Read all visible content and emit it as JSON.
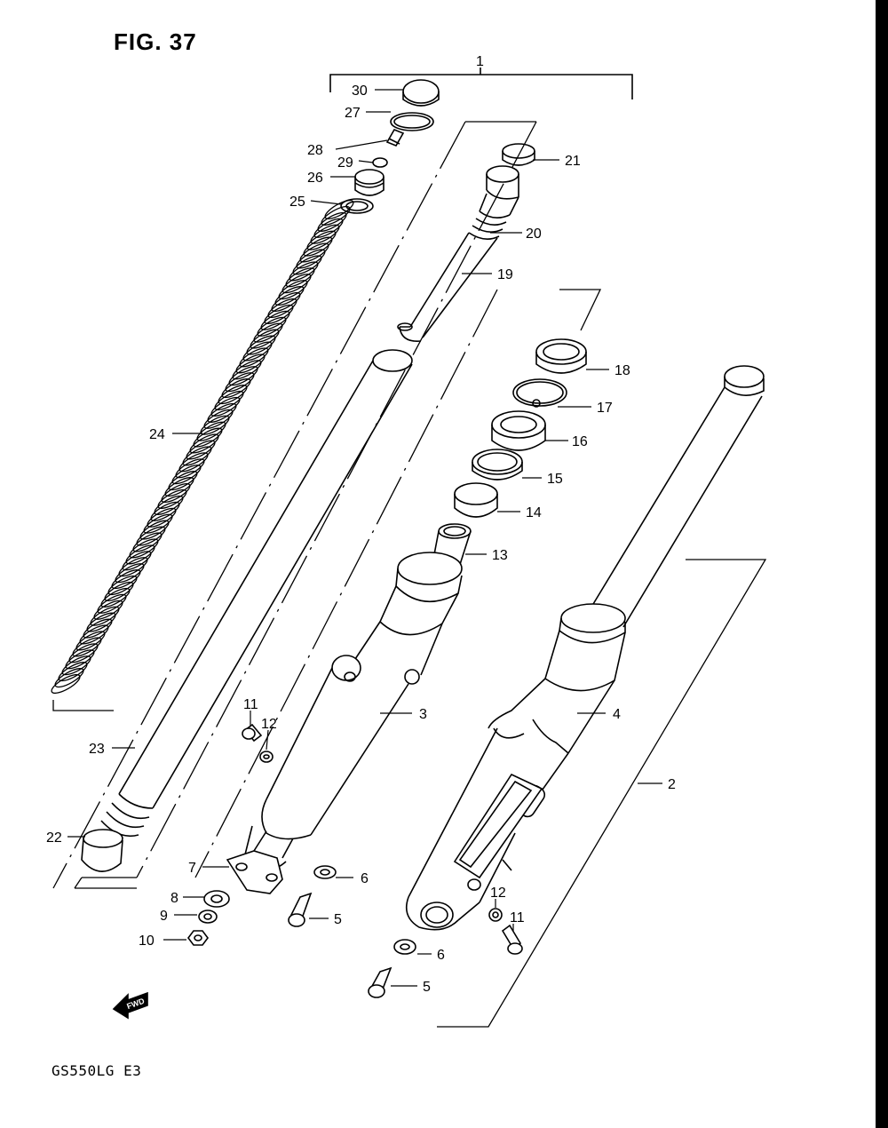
{
  "figure": {
    "title": "FIG. 37",
    "model_code": "GS550LG  E3"
  },
  "direction": {
    "label": "FWD"
  },
  "callouts": [
    "1",
    "2",
    "3",
    "4",
    "5",
    "5",
    "6",
    "6",
    "7",
    "8",
    "9",
    "10",
    "11",
    "11",
    "12",
    "12",
    "13",
    "14",
    "15",
    "16",
    "17",
    "18",
    "19",
    "20",
    "21",
    "22",
    "23",
    "24",
    "25",
    "26",
    "27",
    "28",
    "29",
    "30"
  ]
}
